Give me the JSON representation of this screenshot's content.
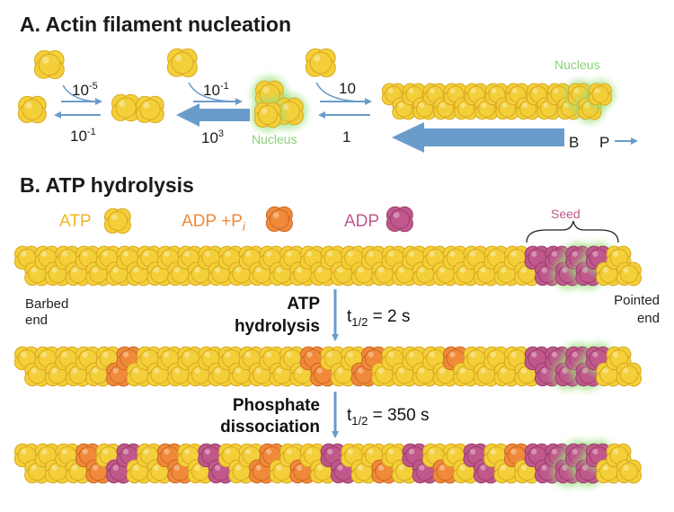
{
  "section_a": {
    "title": "A.  Actin filament nucleation",
    "step1": {
      "forward_base": "10",
      "forward_exp": "-5",
      "reverse_base": "10",
      "reverse_exp": "-1"
    },
    "step2": {
      "forward_base": "10",
      "forward_exp": "-1",
      "reverse_base": "10",
      "reverse_exp": "3"
    },
    "step3": {
      "forward": "10",
      "reverse": "1"
    },
    "nucleus_label": "Nucleus",
    "filament_nucleus_label": "Nucleus",
    "end_b": "B",
    "end_p": "P"
  },
  "section_b": {
    "title": "B.  ATP hydrolysis",
    "legend": {
      "atp": "ATP",
      "adp_pi_main": "ADP +P",
      "adp_pi_sub": "i",
      "adp": "ADP"
    },
    "seed_label": "Seed",
    "barbed_end": [
      "Barbed",
      "end"
    ],
    "pointed_end": [
      "Pointed",
      "end"
    ],
    "step1": {
      "line1": "ATP",
      "line2": "hydrolysis",
      "t_main": "t",
      "t_sub": "1/2",
      "t_value": " = 2 s"
    },
    "step2": {
      "line1": "Phosphate",
      "line2": "dissociation",
      "t_main": "t",
      "t_sub": "1/2",
      "t_value": " = 350 s"
    }
  },
  "colors": {
    "atp": "#f3cf3a",
    "adp_pi": "#f08a3a",
    "adp": "#c0588c",
    "arrow": "#6a9ccb",
    "nucleus_glow": "#9be07a"
  }
}
